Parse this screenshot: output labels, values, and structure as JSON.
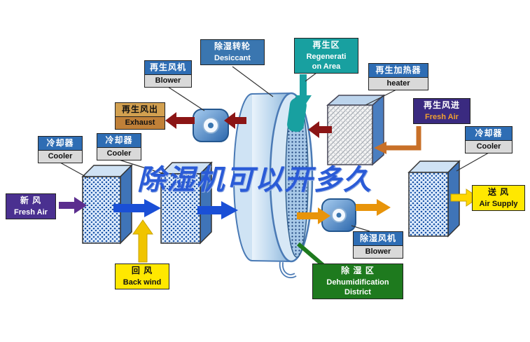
{
  "watermark_text": "除湿机可以开多久",
  "palette": {
    "label_blue": "#2e6db4",
    "label_steel": "#3a76b0",
    "label_teal": "#18a0a0",
    "label_purple": "#4a3090",
    "label_yellow": "#ffe800",
    "label_tan": "#d2a050",
    "label_green": "#1e7a1e",
    "arrow_blue": "#1a4fd6",
    "arrow_dark_red": "#8b1515",
    "arrow_orange": "#e8940a",
    "arrow_brown": "#c87028",
    "arrow_yellow": "#f0c400",
    "arrow_purple": "#5b2d8e",
    "wheel_blue": "#8ab3d8",
    "watermark_blue": "#2a5bd7"
  },
  "labels": {
    "fresh_air_in": {
      "zh": "新  风",
      "en": "Fresh Air"
    },
    "cooler_left_1": {
      "zh": "冷却器",
      "en": "Cooler"
    },
    "cooler_left_2": {
      "zh": "冷却器",
      "en": "Cooler"
    },
    "back_wind": {
      "zh": "回  风",
      "en": "Back wind"
    },
    "exhaust": {
      "zh": "再生风出",
      "en": "Exhaust"
    },
    "regen_blower": {
      "zh": "再生风机",
      "en": "Blower"
    },
    "desiccant_wheel": {
      "zh": "除湿转轮",
      "en": "Desiccant"
    },
    "regen_area": {
      "zh": "再生区",
      "en_line1": "Regenerati",
      "en_line2": "on Area"
    },
    "regen_heater": {
      "zh": "再生加热器",
      "en": "heater"
    },
    "regen_fresh_air": {
      "zh": "再生风进",
      "en": "Fresh Air"
    },
    "cooler_right": {
      "zh": "冷却器",
      "en": "Cooler"
    },
    "air_supply": {
      "zh": "送  风",
      "en": "Air Supply"
    },
    "dehumid_blower": {
      "zh": "除湿风机",
      "en": "Blower"
    },
    "dehumid_district": {
      "zh": "除  湿  区",
      "en_line1": "Dehumidification",
      "en_line2": "District"
    }
  }
}
